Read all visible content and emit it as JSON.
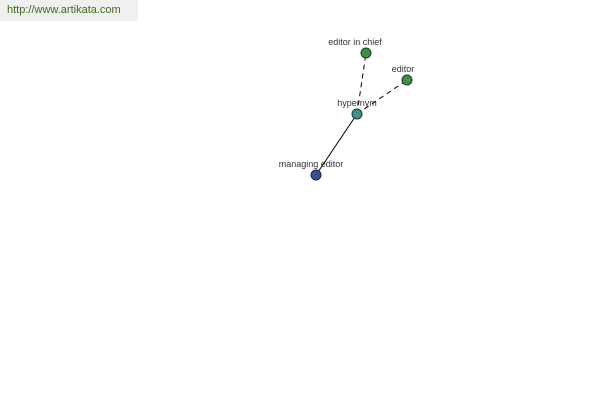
{
  "site": {
    "url": "http://www.artikata.com"
  },
  "colors": {
    "node_green": "#3f8f4a",
    "node_teal": "#3f8f8c",
    "node_blue": "#3a4f96",
    "banner_bg": "#f0f0ee",
    "url_text": "#3d6a1e"
  },
  "graph": {
    "nodes": {
      "editor_in_chief": {
        "label": "editor in chief"
      },
      "editor": {
        "label": "editor"
      },
      "hypernym": {
        "label": "hypernym"
      },
      "managing_editor": {
        "label": "managing editor"
      }
    }
  }
}
